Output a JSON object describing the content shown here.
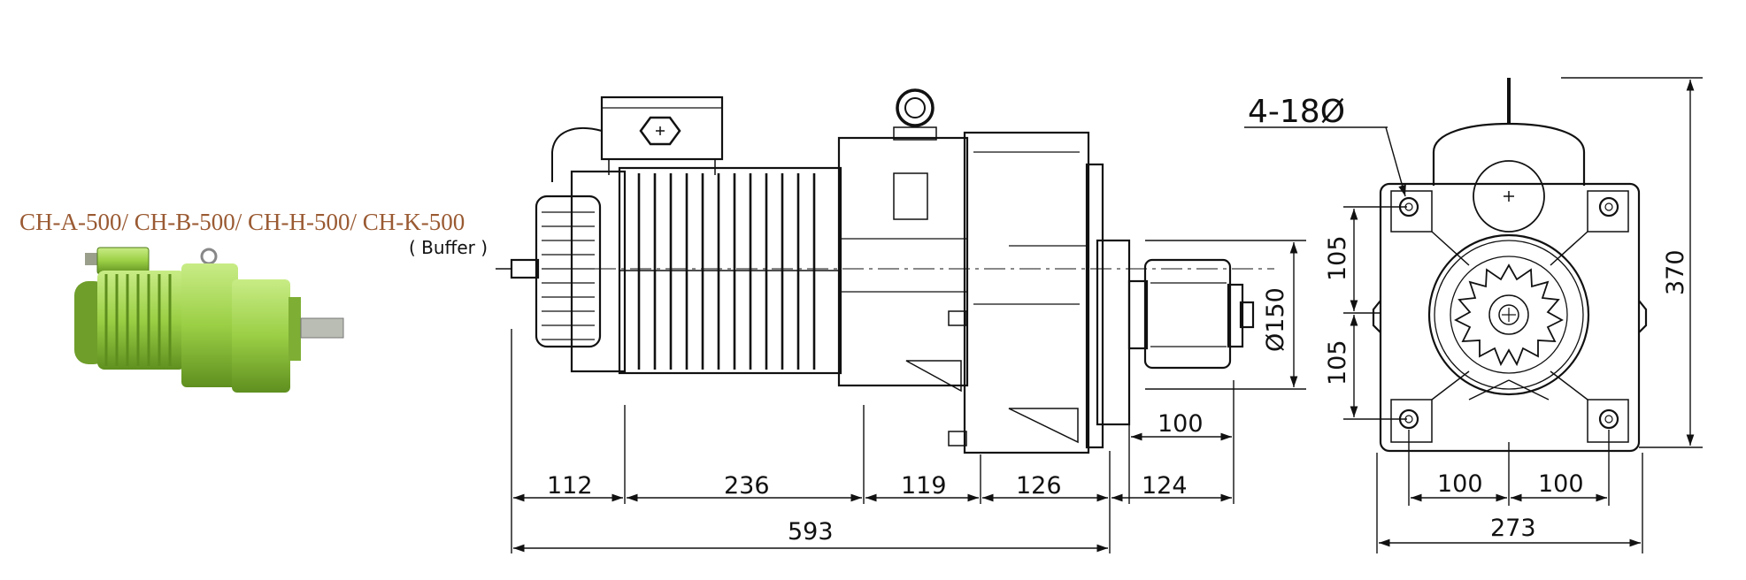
{
  "title": "CH-A-500/ CH-B-500/ CH-H-500/ CH-K-500",
  "subtitle": "( Buffer )",
  "side_view": {
    "dims": {
      "d112": "112",
      "d236": "236",
      "d119": "119",
      "d126": "126",
      "d124": "124",
      "d593": "593",
      "d100": "100",
      "d150": "Ø150"
    }
  },
  "end_view": {
    "holes": "4-18Ø",
    "dims": {
      "v105a": "105",
      "v105b": "105",
      "v370": "370",
      "h100a": "100",
      "h100b": "100",
      "h273": "273"
    }
  },
  "colors": {
    "title": "#9a5a32",
    "motor_body": "#9bcf45",
    "line": "#111111"
  }
}
